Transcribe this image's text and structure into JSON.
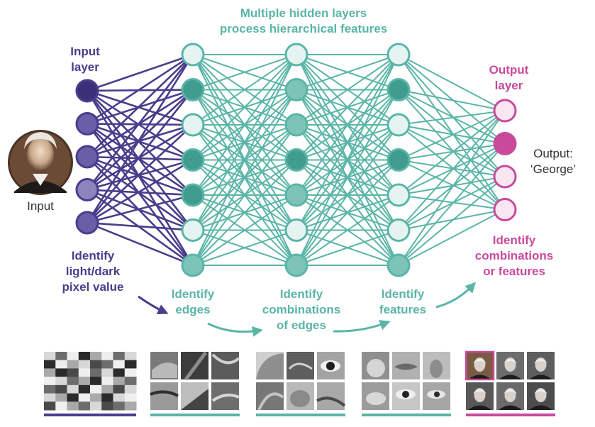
{
  "labels": {
    "hidden_title": [
      "Multiple hidden layers",
      "process hierarchical features"
    ],
    "input_layer": [
      "Input",
      "layer"
    ],
    "output_layer": [
      "Output",
      "layer"
    ],
    "input_caption": "Input",
    "output_caption": [
      "Output:",
      "‘George’"
    ],
    "identify_pixel": [
      "Identify",
      "light/dark",
      "pixel value"
    ],
    "identify_edges": [
      "Identify",
      "edges"
    ],
    "identify_combos_edges": [
      "Identify",
      "combinations",
      "of edges"
    ],
    "identify_features": [
      "Identify",
      "features"
    ],
    "identify_combos_features": [
      "Identify",
      "combinations",
      "or features"
    ]
  },
  "network": {
    "input_nodes": [
      "dark",
      "mid",
      "mid",
      "light",
      "mid"
    ],
    "hidden1_nodes": [
      "pale",
      "dark",
      "pale",
      "dark",
      "dark",
      "pale",
      "mid"
    ],
    "hidden2_nodes": [
      "pale",
      "mid",
      "mid",
      "dark",
      "mid",
      "pale",
      "mid"
    ],
    "hidden3_nodes": [
      "pale",
      "dark",
      "pale",
      "dark",
      "pale",
      "pale",
      "mid"
    ],
    "output_nodes": [
      "pale",
      "active",
      "pale",
      "pale"
    ]
  },
  "colors": {
    "purple": "#4a3d8c",
    "teal": "#5ab5a7",
    "pink": "#c94a9c"
  },
  "thumbnails": [
    "pixel-grid",
    "edge-patches",
    "edge-combination-patches",
    "facial-feature-patches",
    "portrait-faces"
  ]
}
